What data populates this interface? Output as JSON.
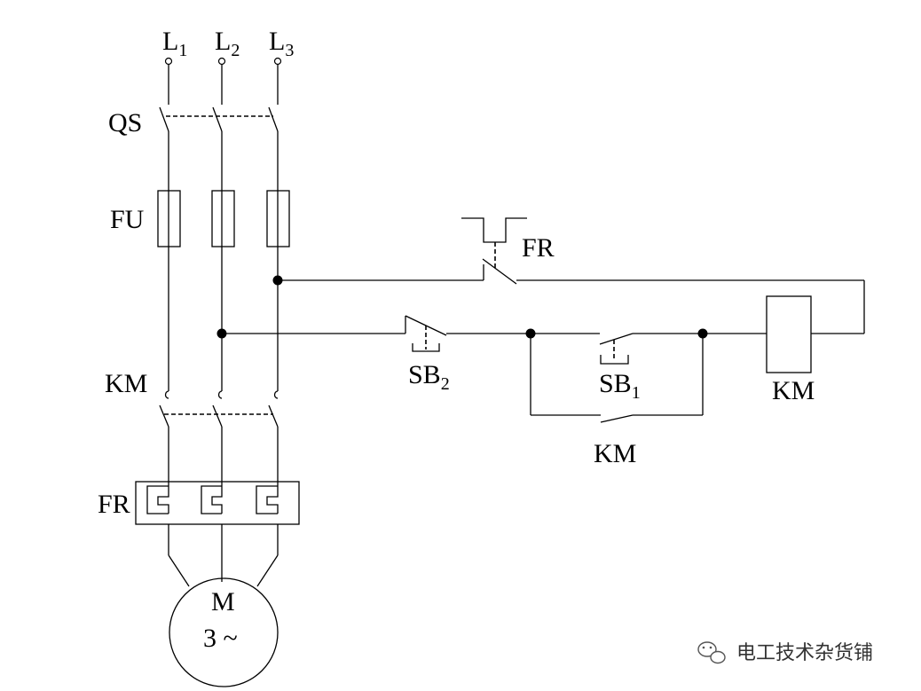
{
  "supply": {
    "l1": {
      "base": "L",
      "sub": "1"
    },
    "l2": {
      "base": "L",
      "sub": "2"
    },
    "l3": {
      "base": "L",
      "sub": "3"
    }
  },
  "labels": {
    "qs": "QS",
    "fu": "FU",
    "km_main": "KM",
    "fr_main": "FR",
    "fr_contact": "FR",
    "sb2": {
      "base": "SB",
      "sub": "2"
    },
    "sb1": {
      "base": "SB",
      "sub": "1"
    },
    "km_aux": "KM",
    "km_coil": "KM"
  },
  "motor": {
    "name": "M",
    "spec": "3 ~"
  },
  "watermark": "电工技术杂货铺"
}
